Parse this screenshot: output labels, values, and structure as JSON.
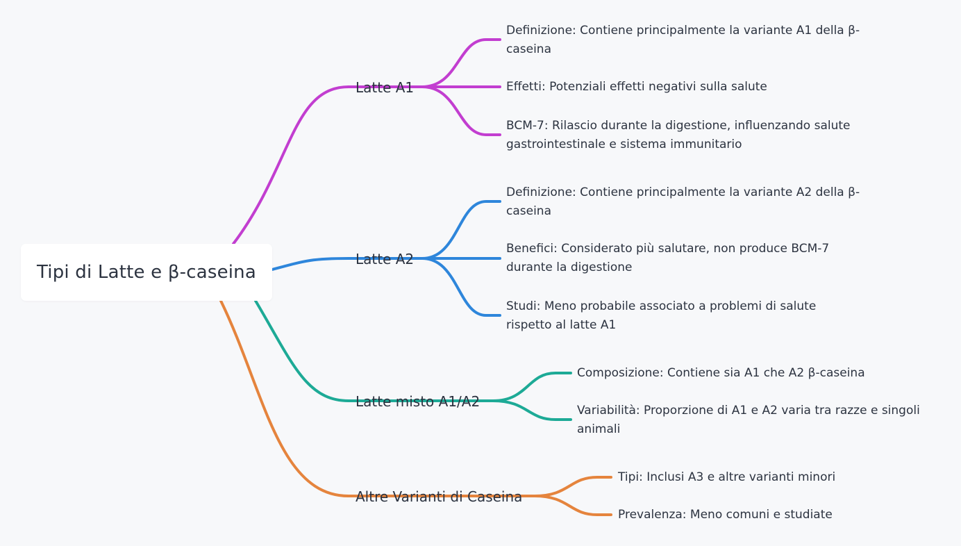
{
  "root": {
    "label": "Tipi di Latte e β-caseina"
  },
  "colors": {
    "a1": "#c23ed0",
    "a2": "#2e86db",
    "mixed": "#1daa96",
    "other": "#e5843d"
  },
  "branches": [
    {
      "label": "Latte A1",
      "children": [
        {
          "label": "Definizione: Contiene principalmente la variante A1 della β-caseina"
        },
        {
          "label": "Effetti: Potenziali effetti negativi sulla salute"
        },
        {
          "label": "BCM-7: Rilascio durante la digestione, influenzando salute gastrointestinale e sistema immunitario"
        }
      ]
    },
    {
      "label": "Latte A2",
      "children": [
        {
          "label": "Definizione: Contiene principalmente la variante A2 della β-caseina"
        },
        {
          "label": "Benefici: Considerato più salutare, non produce BCM-7 durante la digestione"
        },
        {
          "label": "Studi: Meno probabile associato a problemi di salute rispetto al latte A1"
        }
      ]
    },
    {
      "label": "Latte misto A1/A2",
      "children": [
        {
          "label": "Composizione: Contiene sia A1 che A2 β-caseina"
        },
        {
          "label": "Variabilità: Proporzione di A1 e A2 varia tra razze e singoli animali"
        }
      ]
    },
    {
      "label": "Altre Varianti di Caseina",
      "children": [
        {
          "label": "Tipi: Inclusi A3 e altre varianti minori"
        },
        {
          "label": "Prevalenza: Meno comuni e studiate"
        }
      ]
    }
  ]
}
